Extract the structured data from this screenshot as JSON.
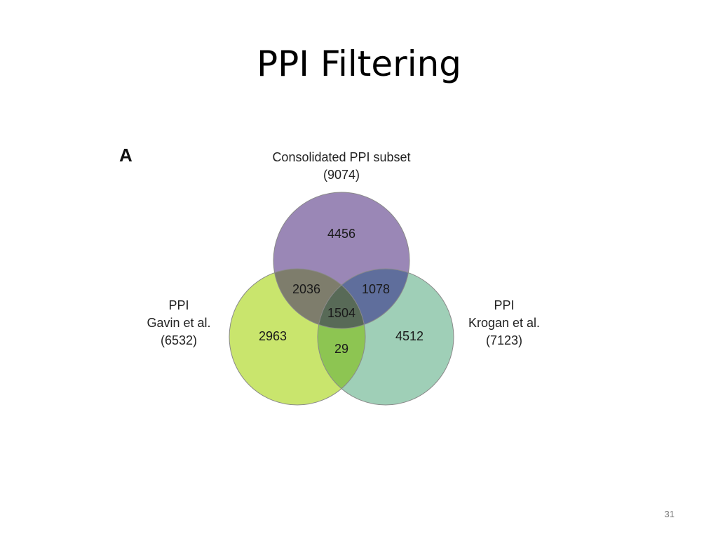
{
  "slide": {
    "title": "PPI Filtering",
    "page_number": "31"
  },
  "figure": {
    "panel_letter": "A",
    "sets": {
      "consolidated": {
        "line1": "Consolidated PPI subset",
        "line2": "(9074)",
        "color": "#9a87b6"
      },
      "gavin": {
        "line1": "PPI",
        "line2": "Gavin et al.",
        "line3": "(6532)",
        "color": "#c9e56d"
      },
      "krogan": {
        "line1": "PPI",
        "line2": "Krogan et al.",
        "line3": "(7123)",
        "color": "#9fcfb7"
      }
    },
    "regions": {
      "consolidated_only": "4456",
      "consolidated_gavin": "2036",
      "consolidated_krogan": "1078",
      "all_three": "1504",
      "gavin_only": "2963",
      "gavin_krogan": "29",
      "krogan_only": "4512"
    }
  }
}
